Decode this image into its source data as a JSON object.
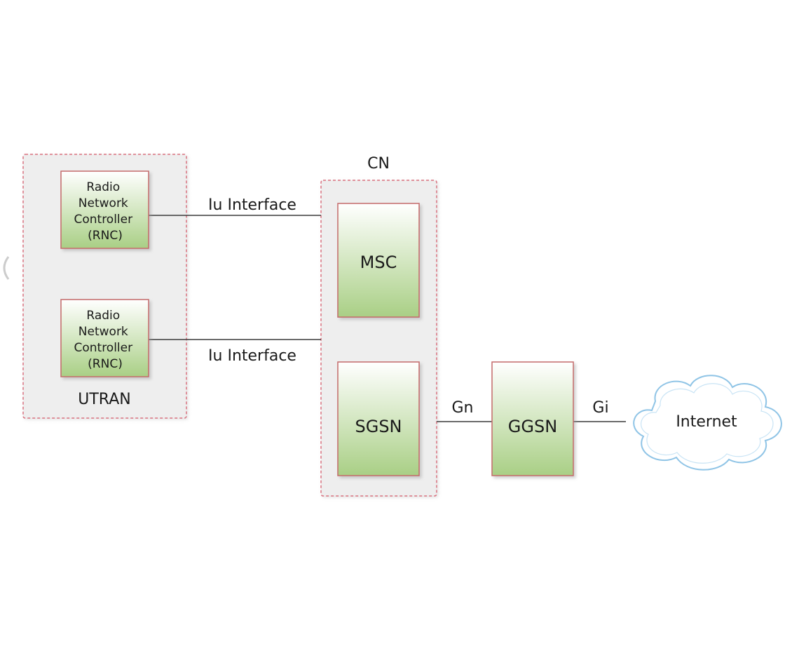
{
  "groups": {
    "utran": {
      "label": "UTRAN"
    },
    "cn": {
      "label": "CN"
    }
  },
  "nodes": {
    "rnc_1": {
      "lines": [
        "Radio",
        "Network",
        "Controller",
        "(RNC)"
      ]
    },
    "rnc_2": {
      "lines": [
        "Radio",
        "Network",
        "Controller",
        "(RNC)"
      ]
    },
    "msc": {
      "label": "MSC"
    },
    "sgsn": {
      "label": "SGSN"
    },
    "ggsn": {
      "label": "GGSN"
    },
    "internet": {
      "label": "Internet"
    }
  },
  "links": {
    "iu_1": {
      "label": "Iu Interface"
    },
    "iu_2": {
      "label": "Iu Interface"
    },
    "gn": {
      "label": "Gn"
    },
    "gi": {
      "label": "Gi"
    }
  },
  "colors": {
    "node_border": "#c46a6a",
    "node_fill_top": "#ffffff",
    "node_fill_bottom": "#a9cf85",
    "group_border": "#d9707f",
    "group_fill": "#eeeeee",
    "cloud_border": "#8fc4e6",
    "cloud_fill": "#ffffff",
    "line": "#3a3a3a"
  }
}
